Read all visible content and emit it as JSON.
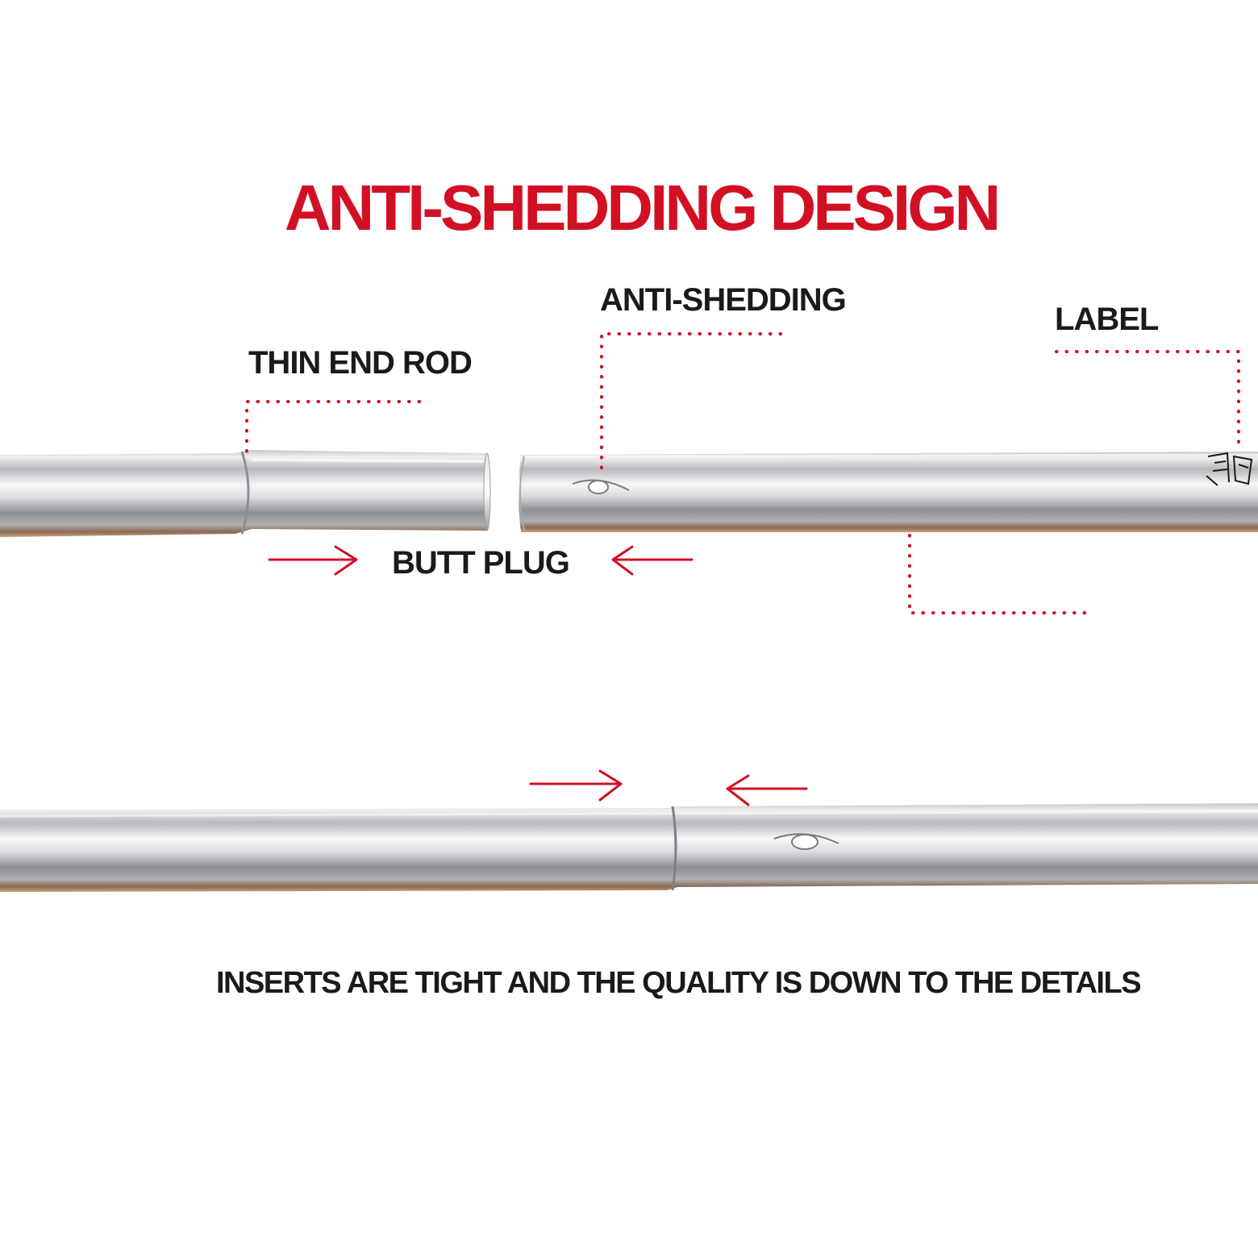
{
  "title": "ANTI-SHEDDING DESIGN",
  "callouts": {
    "thin_end_rod": "THIN END ROD",
    "anti_shedding": "ANTI-SHEDDING",
    "label": "LABEL",
    "butt_plug": "BUTT PLUG"
  },
  "tagline": "INSERTS ARE TIGHT AND THE QUALITY IS DOWN TO THE DETAILS",
  "colors": {
    "accent_red": "#d21024",
    "text_dark": "#1a1a1a",
    "background": "#ffffff"
  }
}
